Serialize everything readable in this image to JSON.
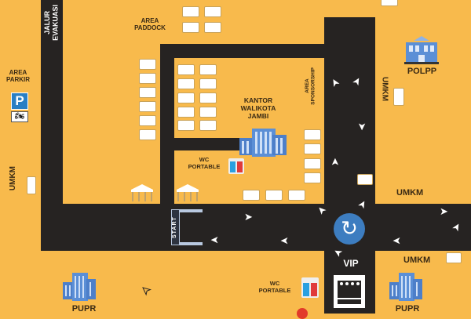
{
  "labels": {
    "jalur_evakuasi_1": "JALUR",
    "jalur_evakuasi_2": "EVAKUASI",
    "area_paddock_1": "AREA",
    "area_paddock_2": "PADDOCK",
    "area_parkir_1": "AREA",
    "area_parkir_2": "PARKIR",
    "parking_sign": "P",
    "kantor_1": "KANTOR",
    "kantor_2": "WALIKOTA",
    "kantor_3": "JAMBI",
    "area_sponsorship_1": "AREA",
    "area_sponsorship_2": "SPONSORSHIP",
    "polpp": "POLPP",
    "umkm_right_vertical": "UMKM",
    "umkm_left_vertical": "UMKM",
    "umkm_right_mid": "UMKM",
    "umkm_right_low": "UMKM",
    "wc_portable_top_1": "WC",
    "wc_portable_top_2": "PORTABLE",
    "wc_portable_bottom_1": "WC",
    "wc_portable_bottom_2": "PORTABLE",
    "start": "START",
    "vip": "VIP",
    "pupr_left": "PUPR",
    "pupr_right": "PUPR"
  },
  "colors": {
    "background": "#F8BA4C",
    "road": "#262322",
    "roundabout": "#3D7DC0",
    "building": "#5B8FD6",
    "text": "#3a2a14"
  }
}
